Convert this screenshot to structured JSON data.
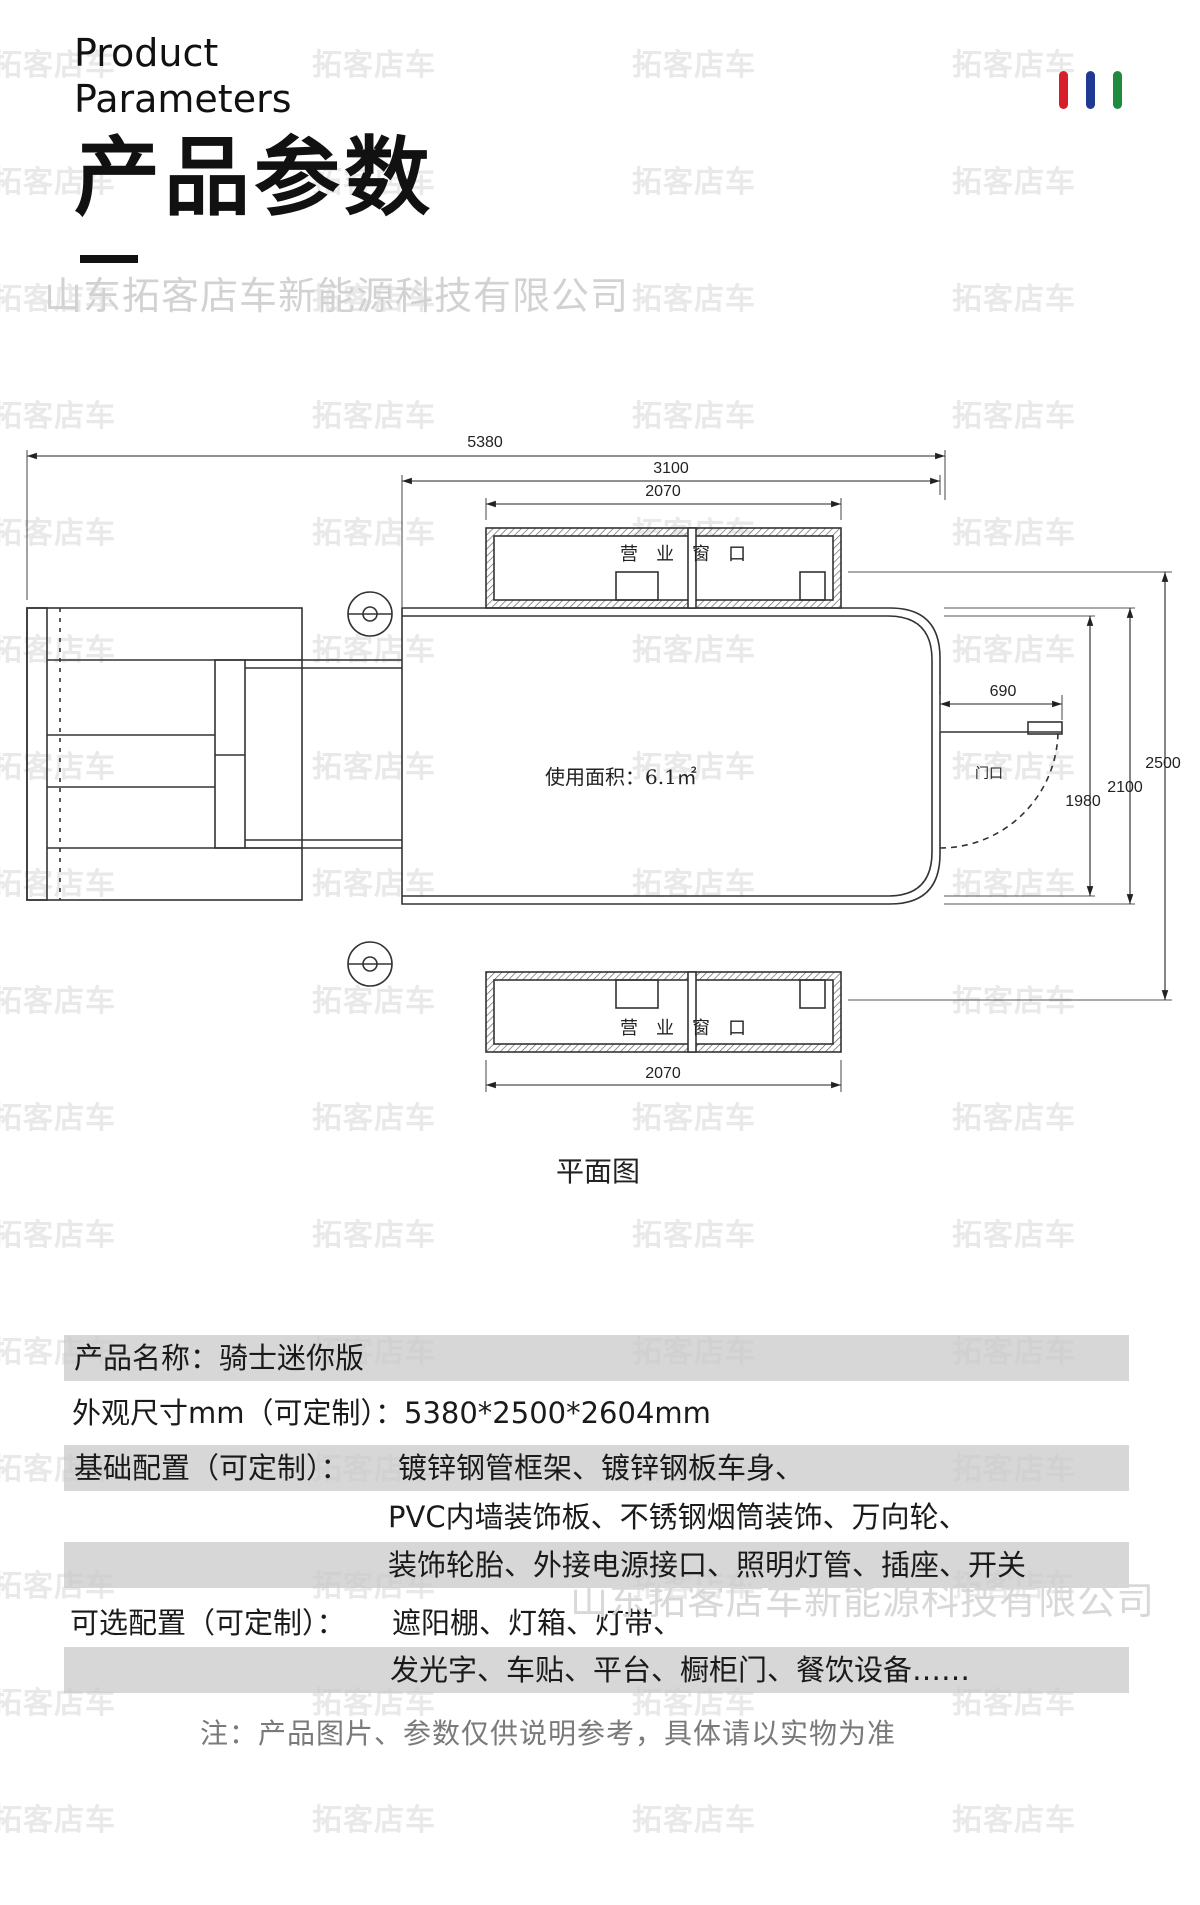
{
  "header": {
    "title_en_line1": "Product",
    "title_en_line2": "Parameters",
    "title_cn": "产品参数"
  },
  "accent_colors": [
    "#d81e2b",
    "#1f3a93",
    "#1e8b3d"
  ],
  "watermark_text": "拓客店车",
  "company_watermark": "山东拓客店车新能源科技有限公司",
  "plan": {
    "dims": {
      "total_length": "5380",
      "cabin_length": "3100",
      "window_top": "2070",
      "window_bottom": "2070",
      "door_width": "690",
      "width_total": "2500",
      "width_body": "2100",
      "width_inner": "1980"
    },
    "window_label_top": "营　业　窗　口",
    "window_label_bottom": "营　业　窗　口",
    "area_label": "使用面积：6.1㎡",
    "door_label": "门口",
    "caption": "平面图"
  },
  "specs": {
    "name": "产品名称：骑士迷你版",
    "size": "外观尺寸mm（可定制）：5380*2500*2604mm",
    "basic_label": "基础配置（可定制）：",
    "basic_line1": "镀锌钢管框架、镀锌钢板车身、",
    "basic_line2": "PVC内墙装饰板、不锈钢烟筒装饰、万向轮、",
    "basic_line3": "装饰轮胎、外接电源接口、照明灯管、插座、开关",
    "optional_label": "可选配置（可定制）：",
    "optional_line1": "遮阳棚、灯箱、灯带、",
    "optional_line2": "发光字、车贴、平台、橱柜门、餐饮设备……"
  },
  "note": "注：产品图片、参数仅供说明参考，具体请以实物为准"
}
